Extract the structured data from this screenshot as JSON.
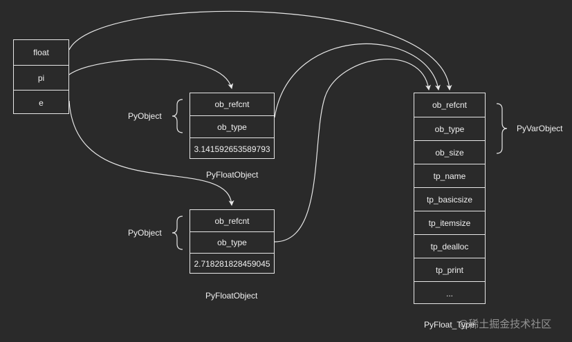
{
  "names_table": {
    "cells": [
      "float",
      "pi",
      "e"
    ]
  },
  "pi_object": {
    "cells": [
      "ob_refcnt",
      "ob_type",
      "3.141592653589793"
    ],
    "group_label": "PyObject",
    "caption": "PyFloatObject"
  },
  "e_object": {
    "cells": [
      "ob_refcnt",
      "ob_type",
      "2.718281828459045"
    ],
    "group_label": "PyObject",
    "caption": "PyFloatObject"
  },
  "type_object": {
    "cells": [
      "ob_refcnt",
      "ob_type",
      "ob_size",
      "tp_name",
      "tp_basicsize",
      "tp_itemsize",
      "tp_dealloc",
      "tp_print",
      "..."
    ],
    "group_label": "PyVarObject",
    "caption": "PyFloat_Type"
  },
  "watermark": "@稀土掘金技术社区",
  "colors": {
    "background": "#2a2a2a",
    "stroke": "#e8e8e8",
    "text": "#f0f0f0"
  }
}
